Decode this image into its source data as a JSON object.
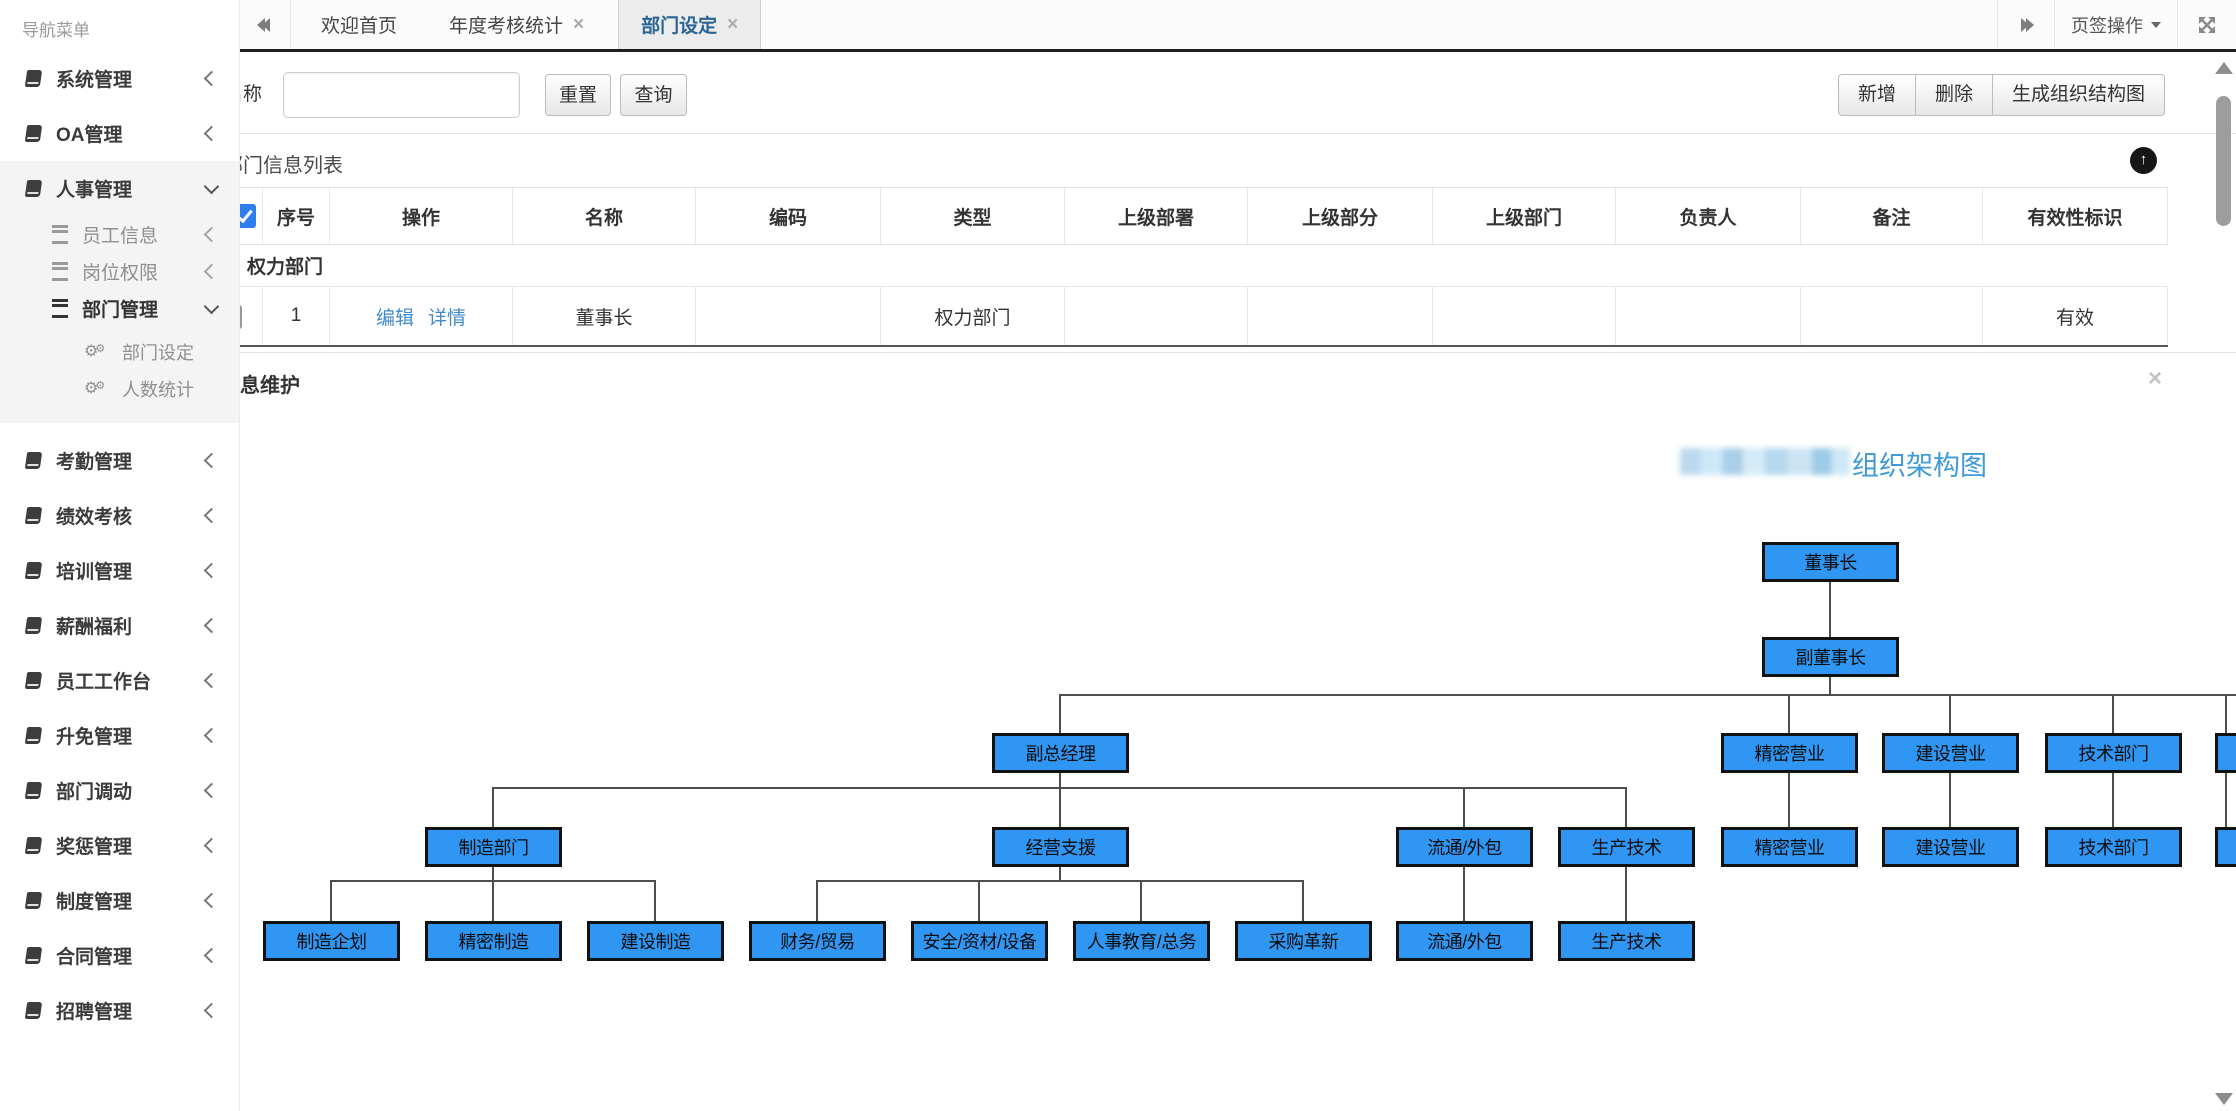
{
  "colors": {
    "node_blue": "#2f97f3",
    "link_blue": "#428bca",
    "org_title_blue": "#3f9bd8",
    "checkbox_blue": "#2d7ff0",
    "active_tab_blue": "#2a6496"
  },
  "icons": {
    "close": "×",
    "up_arrow": "↑",
    "gear": "⚙"
  },
  "sidebar": {
    "title": "导航菜单",
    "top_items": [
      {
        "label": "系统管理"
      },
      {
        "label": "OA管理"
      }
    ],
    "hr_group": {
      "label": "人事管理",
      "children": [
        {
          "label": "员工信息"
        },
        {
          "label": "岗位权限"
        },
        {
          "label": "部门管理",
          "children": [
            {
              "label": "部门设定"
            },
            {
              "label": "人数统计"
            }
          ]
        }
      ]
    },
    "bottom_items": [
      {
        "label": "考勤管理"
      },
      {
        "label": "绩效考核"
      },
      {
        "label": "培训管理"
      },
      {
        "label": "薪酬福利"
      },
      {
        "label": "员工工作台"
      },
      {
        "label": "升免管理"
      },
      {
        "label": "部门调动"
      },
      {
        "label": "奖惩管理"
      },
      {
        "label": "制度管理"
      },
      {
        "label": "合同管理"
      },
      {
        "label": "招聘管理"
      }
    ]
  },
  "tabbar": {
    "tabs": [
      {
        "label": "欢迎首页"
      },
      {
        "label": "年度考核统计"
      },
      {
        "label": "部门设定"
      }
    ],
    "menu_label": "页签操作"
  },
  "toolbar": {
    "name_label": "名称",
    "name_value": "",
    "reset_label": "重置",
    "search_label": "查询",
    "add_label": "新增",
    "delete_label": "删除",
    "generate_label": "生成组织结构图"
  },
  "list_panel": {
    "title": "部门信息列表",
    "headers": [
      "序号",
      "操作",
      "名称",
      "编码",
      "类型",
      "上级部署",
      "上级部分",
      "上级部门",
      "负责人",
      "备注",
      "有效性标识"
    ],
    "group_label": "权力部门",
    "row": {
      "seq": "1",
      "edit_label": "编辑",
      "detail_label": "详情",
      "name": "董事长",
      "code": "",
      "type": "权力部门",
      "parent1": "",
      "parent2": "",
      "parent3": "",
      "manager": "",
      "remark": "",
      "validity": "有效"
    }
  },
  "maintain_panel": {
    "title": "息维护"
  },
  "orgchart": {
    "heading_suffix": "组织架构图",
    "nodes": [
      {
        "label": "董事长"
      },
      {
        "label": "副董事长"
      },
      {
        "label": "副总经理"
      },
      {
        "label": "精密营业"
      },
      {
        "label": "建设营业"
      },
      {
        "label": "技术部门"
      },
      {
        "label": "制造部门"
      },
      {
        "label": "经营支援"
      },
      {
        "label": "流通/外包"
      },
      {
        "label": "生产技术"
      },
      {
        "label": "精密营业"
      },
      {
        "label": "建设营业"
      },
      {
        "label": "技术部门"
      },
      {
        "label": "制造企划"
      },
      {
        "label": "精密制造"
      },
      {
        "label": "建设制造"
      },
      {
        "label": "财务/贸易"
      },
      {
        "label": "安全/资材/设备"
      },
      {
        "label": "人事教育/总务"
      },
      {
        "label": "采购革新"
      },
      {
        "label": "流通/外包"
      },
      {
        "label": "生产技术"
      }
    ]
  }
}
